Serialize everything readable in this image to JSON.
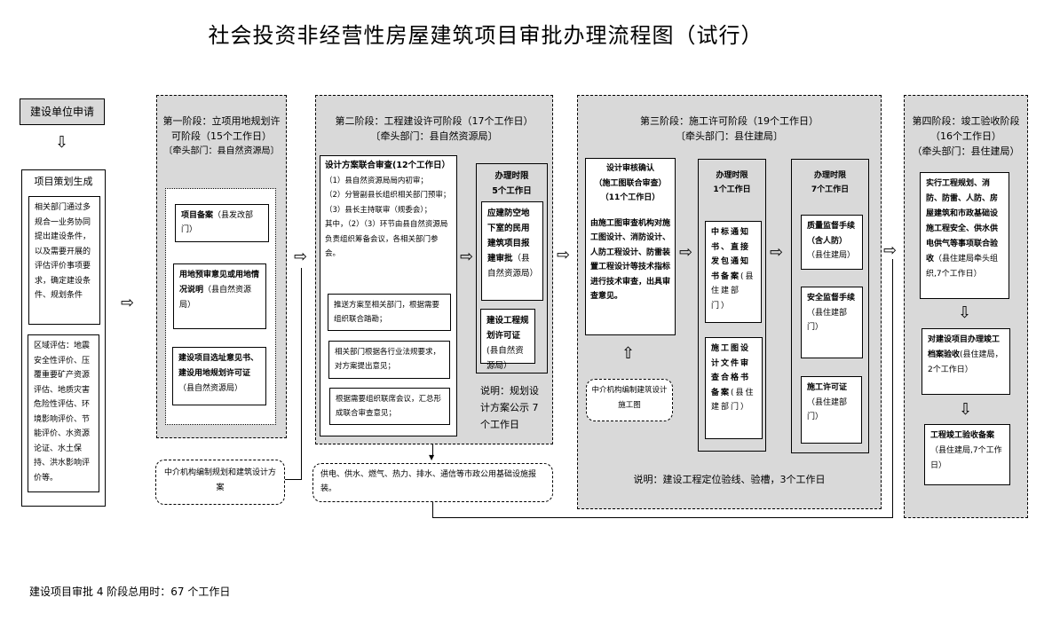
{
  "title": "社会投资非经营性房屋建筑项目审批办理流程图（试行）",
  "start": {
    "apply": "建设单位申请",
    "plan_title": "项目策划生成",
    "plan_box1": "相关部门通过多规合一业务协同提出建设条件，以及需要开展的评估评价事项要求，确定建设条件、规划条件",
    "plan_box2": "区域评估：地震安全性评价、压覆重要矿产资源评估、地质灾害危险性评估、环境影响评价、节能评价、水资源论证、水土保持、洪水影响评价等。"
  },
  "stage1": {
    "title": "第一阶段：立项用地规划许可阶段（15个工作日）",
    "lead": "〔牵头部门：县自然资源局〕",
    "items": [
      {
        "bold": "项目备案",
        "dept": "（县发改部门）"
      },
      {
        "bold": "用地预审意见或用地情况说明",
        "dept": "（县自然资源局）"
      },
      {
        "bold": "建设项目选址意见书、建设用地规划许可证",
        "dept": "（县自然资源局）"
      }
    ],
    "agency": "中介机构编制规划和建筑设计方案"
  },
  "stage2": {
    "title": "第二阶段：工程建设许可阶段（17个工作日）",
    "lead": "〔牵头部门：县自然资源局〕",
    "review_title": "设计方案联合审查(12个工作日）",
    "review_steps": [
      "（1）县自然资源局局内初审；",
      "（2）分管副县长组织相关部门预审；",
      "（3）县长主持联审（规委会）；",
      "其中，（2）（3）环节由县自然资源局负责组织筹备会议，各相关部门参会。"
    ],
    "sub": [
      "推送方案至相关部门，根据需要组织联合踏勘；",
      "相关部门根据各行业法规要求，对方案提出意见；",
      "根据需要组织联席会议，汇总形成联合审查意见；"
    ],
    "limit_title": "办理时限",
    "limit_days": "5个工作日",
    "items": [
      {
        "bold": "应建防空地下室的民用建筑项目报建审批",
        "dept": "（县自然资源局）"
      },
      {
        "bold": "建设工程规划许可证",
        "dept": "(县自然资源局）"
      }
    ],
    "note": "说明：规划设计方案公示 7个工作日",
    "utilities": "供电、供水、燃气、热力、排水、通信等市政公用基础设施报装。"
  },
  "stage3": {
    "title": "第三阶段：施工许可阶段（19个工作日）",
    "lead": "〔牵头部门：县住建局〕",
    "review_title": "设计审核确认",
    "review_sub": "（施工图联合审查）",
    "review_days": "（11个工作日）",
    "review_text": "由施工图审查机构对施工图设计、消防设计、人防工程设计、防雷装置工程设计等技术指标进行技术审查，出具审查意见。",
    "agency": "中介机构编制建筑设计施工图",
    "col2": {
      "limit_title": "办理时限",
      "limit_days": "1个工作日",
      "items": [
        {
          "bold": "中标通知书、直接发包通知书备案",
          "dept": "(县住建部门）"
        },
        {
          "bold": "施工图设计文件审查合格书备案",
          "dept": "(县住建部门）"
        }
      ]
    },
    "col3": {
      "limit_title": "办理时限",
      "limit_days": "7个工作日",
      "items": [
        {
          "bold": "质量监督手续（含人防）",
          "dept": "（县住建局）"
        },
        {
          "bold": "安全监督手续",
          "dept": "（县住建部门）"
        },
        {
          "bold": "施工许可证",
          "dept": "（县住建部门）"
        }
      ]
    },
    "note": "说明：建设工程定位验线、验槽，3个工作日"
  },
  "stage4": {
    "title": "第四阶段：竣工验收阶段",
    "days": "（16个工作日）",
    "lead": "（牵头部门：县住建局）",
    "items": [
      {
        "bold": "实行工程规划、消防、防雷、人防、房屋建筑和市政基础设施工程安全、供水供电供气等事项联合验收",
        "dept": "（县住建局牵头组织,7个工作日）"
      },
      {
        "bold": "对建设项目办理竣工档案验收",
        "dept": "(县住建局，2个工作日）"
      },
      {
        "bold": "工程竣工验收备案",
        "dept": "（县住建局,7个工作日）"
      }
    ]
  },
  "footer": "建设项目审批 4 阶段总用时：67 个工作日"
}
